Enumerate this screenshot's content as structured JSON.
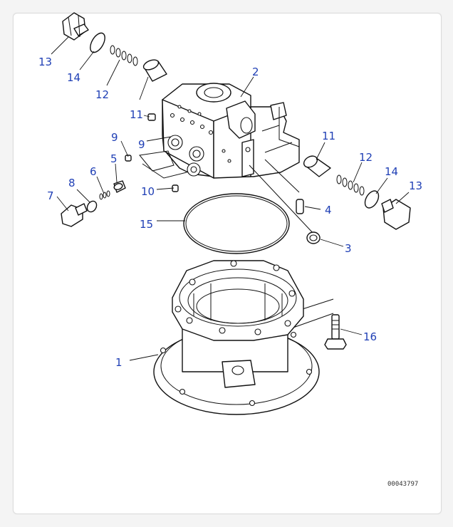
{
  "diagram": {
    "callout_color": "#1f3fb5",
    "line_color": "#111111",
    "callouts": [
      {
        "key": "c13a",
        "label": "13"
      },
      {
        "key": "c14a",
        "label": "14"
      },
      {
        "key": "c12a",
        "label": "12"
      },
      {
        "key": "c11a",
        "label": "11"
      },
      {
        "key": "c2",
        "label": "2"
      },
      {
        "key": "c9a",
        "label": "9"
      },
      {
        "key": "c9b",
        "label": "9"
      },
      {
        "key": "c5",
        "label": "5"
      },
      {
        "key": "c6",
        "label": "6"
      },
      {
        "key": "c8",
        "label": "8"
      },
      {
        "key": "c7",
        "label": "7"
      },
      {
        "key": "c10",
        "label": "10"
      },
      {
        "key": "c11b",
        "label": "11"
      },
      {
        "key": "c12b",
        "label": "12"
      },
      {
        "key": "c14b",
        "label": "14"
      },
      {
        "key": "c13b",
        "label": "13"
      },
      {
        "key": "c4",
        "label": "4"
      },
      {
        "key": "c15",
        "label": "15"
      },
      {
        "key": "c3",
        "label": "3"
      },
      {
        "key": "c16",
        "label": "16"
      },
      {
        "key": "c1",
        "label": "1"
      }
    ],
    "reference_code": "00043797"
  }
}
